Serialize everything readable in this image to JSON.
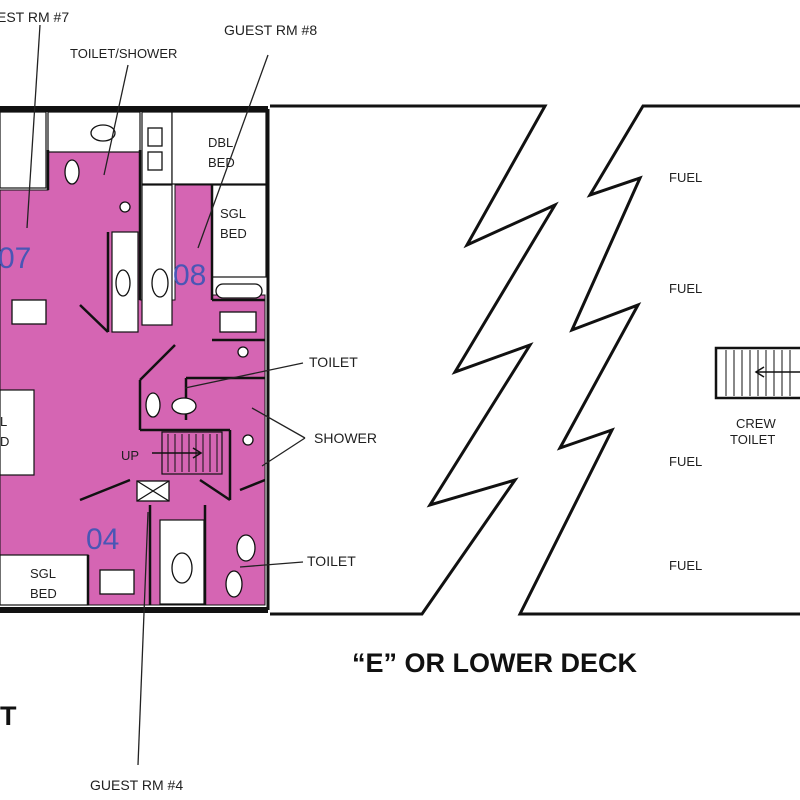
{
  "colors": {
    "cabin": "#d565b3",
    "wall": "#111111",
    "room_number": "#4a56b5",
    "fixture": "#ffffff",
    "text": "#1f1f1f"
  },
  "callouts": {
    "guest_rm_7": "EST RM #7",
    "toilet_shower": "TOILET/SHOWER",
    "guest_rm_8": "GUEST RM #8",
    "toilet_upper": "TOILET",
    "shower": "SHOWER",
    "toilet_lower": "TOILET",
    "guest_rm_4": "GUEST RM #4"
  },
  "rooms": {
    "num_07": "07",
    "num_08": "08",
    "num_04": "04"
  },
  "beds": {
    "dbl_line1": "DBL",
    "dbl_line2": "BED",
    "sgl_top_line1": "SGL",
    "sgl_top_line2": "BED",
    "sgl_bottom_line1": "SGL",
    "sgl_bottom_line2": "BED",
    "left_line1": "L",
    "left_line2": "D"
  },
  "stairs": {
    "up_label": "UP"
  },
  "fuel_labels": [
    "FUEL",
    "FUEL",
    "FUEL",
    "FUEL"
  ],
  "crew_toilet": {
    "line1": "CREW",
    "line2": "TOILET"
  },
  "deck_title": "“E” OR LOWER DECK",
  "left_deck_fragment": "T"
}
